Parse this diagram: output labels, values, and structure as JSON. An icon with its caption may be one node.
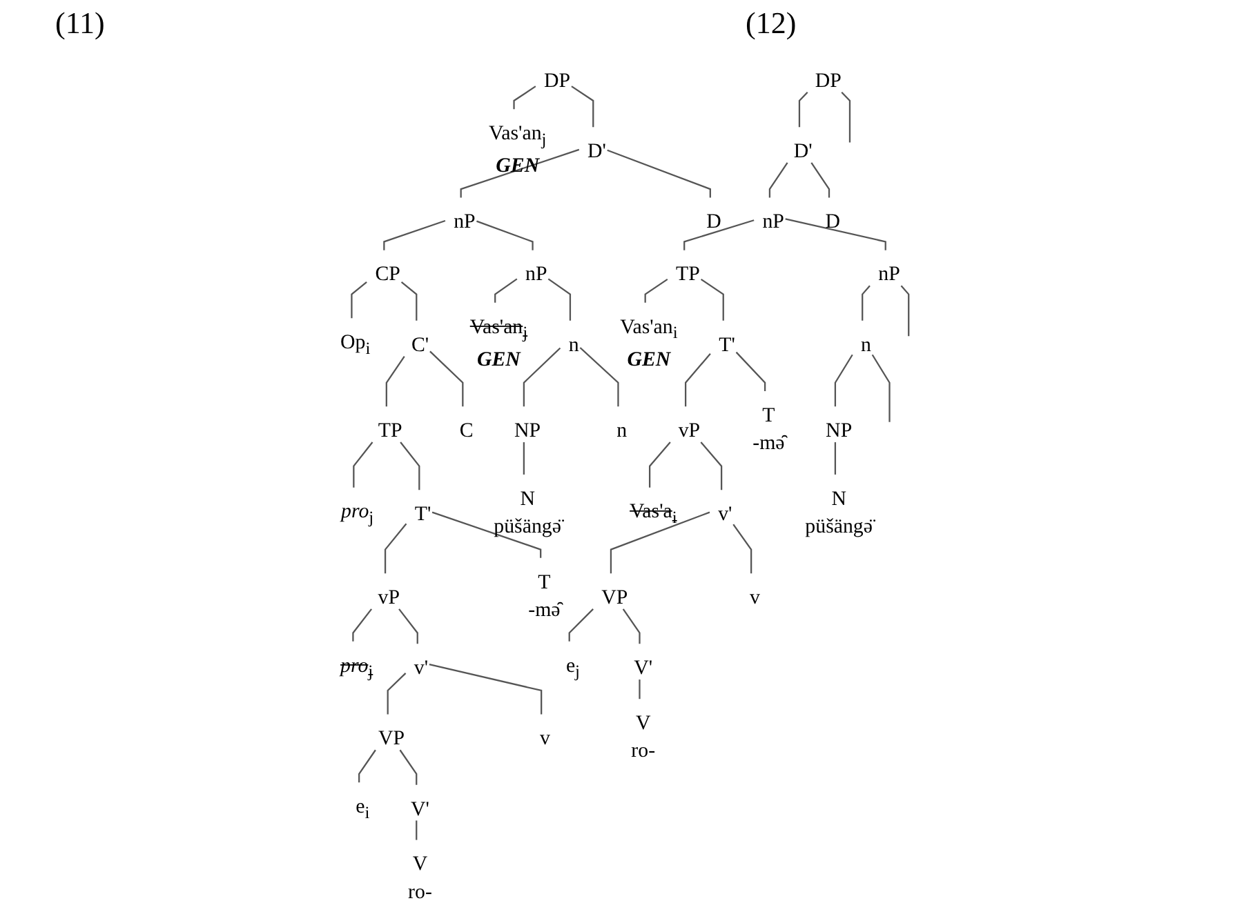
{
  "diagram": {
    "nodes": [
      {
        "text": [
          "DP"
        ]
      },
      {
        "text": [
          "Vas'an$_{j}$",
          "GEN"
        ]
      },
      {
        "text": [
          "D'"
        ]
      },
      {
        "text": [
          "nP"
        ]
      },
      {
        "text": [
          "D"
        ]
      },
      {
        "text": [
          "CP"
        ]
      },
      {
        "text": [
          "nP"
        ]
      },
      {
        "text": [
          "Op$_{i}$"
        ]
      },
      {
        "text": [
          "C'"
        ]
      },
      {
        "text": [
          "Vas'an$_{j}$",
          "GEN"
        ]
      },
      {
        "text": [
          "n"
        ]
      },
      {
        "text": [
          "TP"
        ]
      },
      {
        "text": [
          "C"
        ]
      },
      {
        "text": [
          "NP"
        ]
      },
      {
        "text": [
          "n"
        ]
      },
      {
        "text": [
          "*pro*$_{j}$"
        ]
      },
      {
        "text": [
          "T'"
        ]
      },
      {
        "text": [
          "N",
          "püšängə̈"
        ]
      },
      {
        "text": [
          "vP"
        ]
      },
      {
        "text": [
          "T",
          "-mə̑"
        ]
      },
      {
        "text": [
          "*pro*$_{j}$"
        ]
      },
      {
        "text": [
          "v'"
        ]
      },
      {
        "text": [
          "VP"
        ]
      },
      {
        "text": [
          "v"
        ]
      },
      {
        "text": [
          "e$_{i}$"
        ]
      },
      {
        "text": [
          "V'"
        ]
      },
      {
        "text": [
          "V",
          "ro-"
        ]
      },
      {
        "text": [
          "DP"
        ]
      },
      {
        "text": [
          "D'"
        ]
      },
      {
        "text": [
          "nP"
        ]
      },
      {
        "text": [
          "D"
        ]
      },
      {
        "text": [
          "TP"
        ]
      },
      {
        "text": [
          "nP"
        ]
      },
      {
        "text": [
          "Vas'an$_{i}$",
          "GEN"
        ]
      },
      {
        "text": [
          "T'"
        ]
      },
      {
        "text": [
          "n"
        ]
      },
      {
        "text": [
          "vP"
        ]
      },
      {
        "text": [
          "T",
          "-mə̑"
        ]
      },
      {
        "text": [
          "NP"
        ]
      },
      {
        "text": [
          "Vas'a$_{i}$"
        ]
      },
      {
        "text": [
          "v'"
        ]
      },
      {
        "text": [
          "N",
          "püšängə̈"
        ]
      },
      {
        "text": [
          "VP"
        ]
      },
      {
        "text": [
          "v"
        ]
      },
      {
        "text": [
          "e$_{j}$"
        ]
      },
      {
        "text": [
          "V'"
        ]
      },
      {
        "text": [
          "V",
          "ro-"
        ]
      }
    ],
    "edges": [
      {
        "from": 0,
        "to": 1,
        "arrow": "none"
      },
      {
        "from": 0,
        "to": 2,
        "arrow": "none"
      },
      {
        "from": 2,
        "to": 3,
        "arrow": "none"
      },
      {
        "from": 2,
        "to": 4,
        "arrow": "none"
      },
      {
        "from": 3,
        "to": 5,
        "arrow": "none"
      },
      {
        "from": 3,
        "to": 6,
        "arrow": "none"
      },
      {
        "from": 5,
        "to": 7,
        "arrow": "none"
      },
      {
        "from": 5,
        "to": 8,
        "arrow": "none"
      },
      {
        "from": 6,
        "to": 9,
        "arrow": "none"
      },
      {
        "from": 6,
        "to": 10,
        "arrow": "none"
      },
      {
        "from": 8,
        "to": 11,
        "arrow": "none"
      },
      {
        "from": 8,
        "to": 12,
        "arrow": "none"
      },
      {
        "from": 10,
        "to": 13,
        "arrow": "none"
      },
      {
        "from": 10,
        "to": 14,
        "arrow": "none"
      },
      {
        "from": 11,
        "to": 15,
        "arrow": "none"
      },
      {
        "from": 11,
        "to": 16,
        "arrow": "none"
      },
      {
        "from": 13,
        "to": 17,
        "arrow": "none"
      },
      {
        "from": 16,
        "to": 18,
        "arrow": "none"
      },
      {
        "from": 16,
        "to": 19,
        "arrow": "none"
      },
      {
        "from": 18,
        "to": 20,
        "arrow": "none"
      },
      {
        "from": 18,
        "to": 21,
        "arrow": "none"
      },
      {
        "from": 21,
        "to": 22,
        "arrow": "none"
      },
      {
        "from": 21,
        "to": 23,
        "arrow": "none"
      },
      {
        "from": 22,
        "to": 24,
        "arrow": "none"
      },
      {
        "from": 22,
        "to": 25,
        "arrow": "none"
      },
      {
        "from": 25,
        "to": 26,
        "arrow": "none"
      },
      {
        "from": 27,
        "to": null,
        "arrow": "none"
      },
      {
        "from": 27,
        "to": 28,
        "arrow": "none"
      },
      {
        "from": 28,
        "to": 29,
        "arrow": "none"
      },
      {
        "from": 28,
        "to": 30,
        "arrow": "none"
      },
      {
        "from": 29,
        "to": 31,
        "arrow": "none"
      },
      {
        "from": 29,
        "to": 32,
        "arrow": "none"
      },
      {
        "from": 31,
        "to": 33,
        "arrow": "none"
      },
      {
        "from": 31,
        "to": 34,
        "arrow": "none"
      },
      {
        "from": 32,
        "to": null,
        "arrow": "none"
      },
      {
        "from": 32,
        "to": 35,
        "arrow": "none"
      },
      {
        "from": 34,
        "to": 36,
        "arrow": "none"
      },
      {
        "from": 34,
        "to": 37,
        "arrow": "none"
      },
      {
        "from": 35,
        "to": 38,
        "arrow": "none"
      },
      {
        "from": 35,
        "to": null,
        "arrow": "none"
      },
      {
        "from": 36,
        "to": 39,
        "arrow": "none"
      },
      {
        "from": 36,
        "to": 40,
        "arrow": "none"
      },
      {
        "from": 38,
        "to": 41,
        "arrow": "none"
      },
      {
        "from": 40,
        "to": 42,
        "arrow": "none"
      },
      {
        "from": 40,
        "to": 43,
        "arrow": "none"
      },
      {
        "from": 42,
        "to": 44,
        "arrow": "none"
      },
      {
        "from": 42,
        "to": 45,
        "arrow": "none"
      },
      {
        "from": 45,
        "to": 46,
        "arrow": "none"
      }
    ],
    "labels": [
      "(11)",
      "(12)"
    ]
  }
}
